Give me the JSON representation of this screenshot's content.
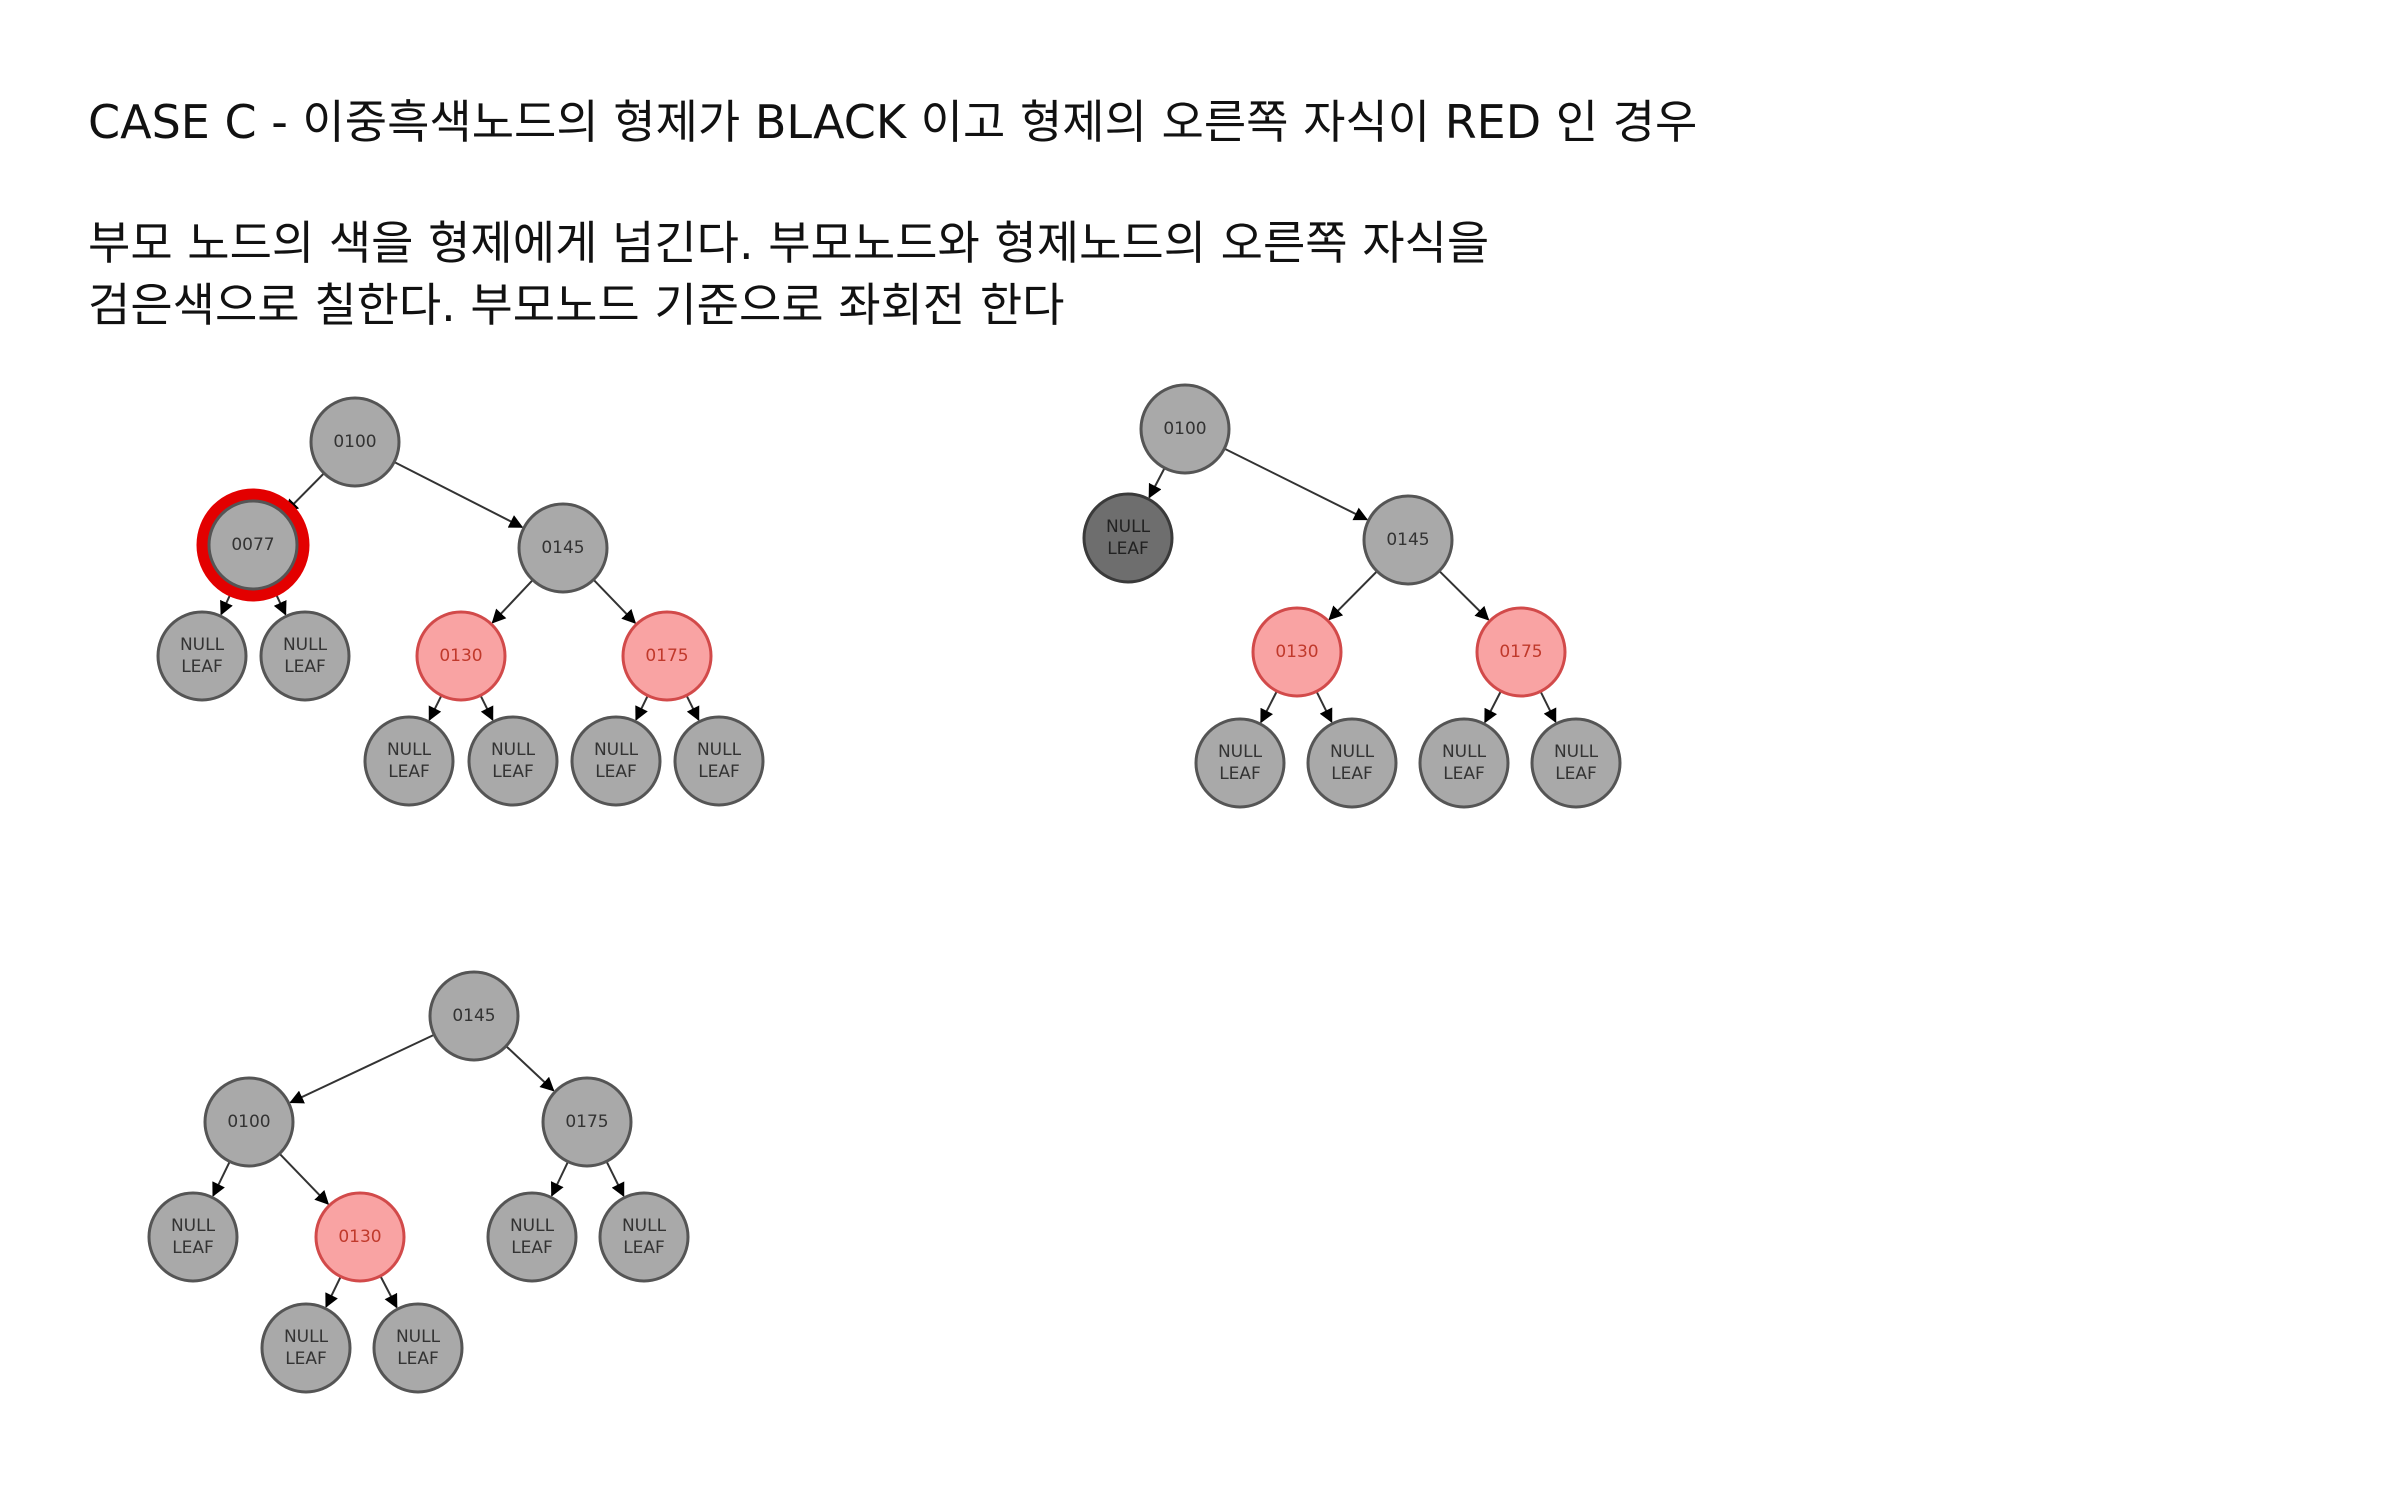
{
  "title": "CASE C - 이중흑색노드의 형제가 BLACK 이고 형제의 오른쪽 자식이 RED 인 경우",
  "description": [
    " 부모 노드의 색을 형제에게 넘긴다. 부모노드와 형제노드의 오른쪽 자식을",
    "검은색으로 칠한다. 부모노드 기준으로 좌회전 한다"
  ],
  "colors": {
    "black_node_fill": "#a9a9a9",
    "black_node_stroke": "#555555",
    "red_node_fill": "#f9a3a3",
    "red_node_stroke": "#d24a4a",
    "red_label": "#c0392b",
    "double_black_ring": "#e30000",
    "dark_leaf_fill": "#6e6e6e",
    "edge": "#333333"
  },
  "diagrams": [
    {
      "name": "before",
      "nodes": [
        {
          "id": "n100",
          "label": "0100",
          "color": "black"
        },
        {
          "id": "n077",
          "label": "0077",
          "color": "double-black"
        },
        {
          "id": "n145",
          "label": "0145",
          "color": "black"
        },
        {
          "id": "l1",
          "label": "NULL\nLEAF",
          "color": "leaf"
        },
        {
          "id": "l2",
          "label": "NULL\nLEAF",
          "color": "leaf"
        },
        {
          "id": "n130",
          "label": "0130",
          "color": "red"
        },
        {
          "id": "n175",
          "label": "0175",
          "color": "red"
        },
        {
          "id": "l3",
          "label": "NULL\nLEAF",
          "color": "leaf"
        },
        {
          "id": "l4",
          "label": "NULL\nLEAF",
          "color": "leaf"
        },
        {
          "id": "l5",
          "label": "NULL\nLEAF",
          "color": "leaf"
        },
        {
          "id": "l6",
          "label": "NULL\nLEAF",
          "color": "leaf"
        }
      ],
      "edges": [
        [
          "n100",
          "n077"
        ],
        [
          "n100",
          "n145"
        ],
        [
          "n077",
          "l1"
        ],
        [
          "n077",
          "l2"
        ],
        [
          "n145",
          "n130"
        ],
        [
          "n145",
          "n175"
        ],
        [
          "n130",
          "l3"
        ],
        [
          "n130",
          "l4"
        ],
        [
          "n175",
          "l5"
        ],
        [
          "n175",
          "l6"
        ]
      ]
    },
    {
      "name": "after-delete",
      "nodes": [
        {
          "id": "n100",
          "label": "0100",
          "color": "black"
        },
        {
          "id": "dl",
          "label": "NULL\nLEAF",
          "color": "dark-leaf"
        },
        {
          "id": "n145",
          "label": "0145",
          "color": "black"
        },
        {
          "id": "n130",
          "label": "0130",
          "color": "red"
        },
        {
          "id": "n175",
          "label": "0175",
          "color": "red"
        },
        {
          "id": "l3",
          "label": "NULL\nLEAF",
          "color": "leaf"
        },
        {
          "id": "l4",
          "label": "NULL\nLEAF",
          "color": "leaf"
        },
        {
          "id": "l5",
          "label": "NULL\nLEAF",
          "color": "leaf"
        },
        {
          "id": "l6",
          "label": "NULL\nLEAF",
          "color": "leaf"
        }
      ],
      "edges": [
        [
          "n100",
          "dl"
        ],
        [
          "n100",
          "n145"
        ],
        [
          "n145",
          "n130"
        ],
        [
          "n145",
          "n175"
        ],
        [
          "n130",
          "l3"
        ],
        [
          "n130",
          "l4"
        ],
        [
          "n175",
          "l5"
        ],
        [
          "n175",
          "l6"
        ]
      ]
    },
    {
      "name": "after-rotation",
      "nodes": [
        {
          "id": "n145",
          "label": "0145",
          "color": "black"
        },
        {
          "id": "n100",
          "label": "0100",
          "color": "black"
        },
        {
          "id": "n175",
          "label": "0175",
          "color": "black"
        },
        {
          "id": "l1",
          "label": "NULL\nLEAF",
          "color": "leaf"
        },
        {
          "id": "n130",
          "label": "0130",
          "color": "red"
        },
        {
          "id": "l5",
          "label": "NULL\nLEAF",
          "color": "leaf"
        },
        {
          "id": "l6",
          "label": "NULL\nLEAF",
          "color": "leaf"
        },
        {
          "id": "l3",
          "label": "NULL\nLEAF",
          "color": "leaf"
        },
        {
          "id": "l4",
          "label": "NULL\nLEAF",
          "color": "leaf"
        }
      ],
      "edges": [
        [
          "n145",
          "n100"
        ],
        [
          "n145",
          "n175"
        ],
        [
          "n100",
          "l1"
        ],
        [
          "n100",
          "n130"
        ],
        [
          "n175",
          "l5"
        ],
        [
          "n175",
          "l6"
        ],
        [
          "n130",
          "l3"
        ],
        [
          "n130",
          "l4"
        ]
      ]
    }
  ]
}
